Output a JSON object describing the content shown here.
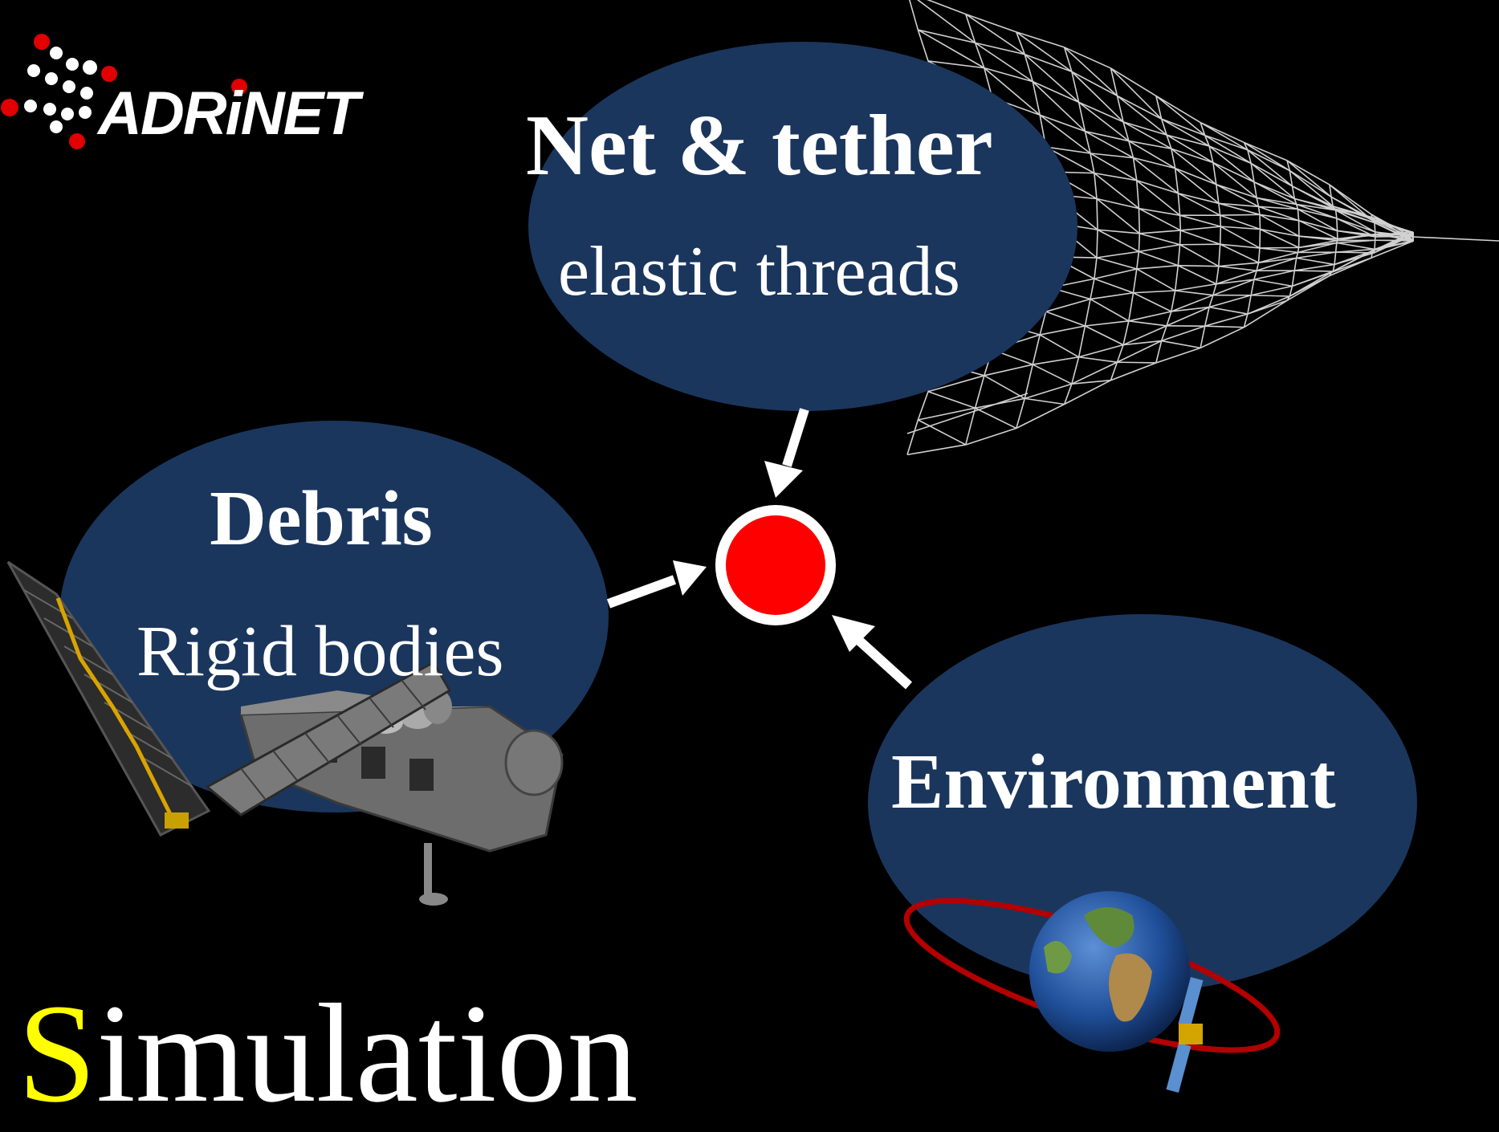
{
  "logo": {
    "text": "ADRiNET"
  },
  "nodes": {
    "net": {
      "title": "Net & tether",
      "subtitle": "elastic threads"
    },
    "debris": {
      "title": "Debris",
      "subtitle": "Rigid bodies"
    },
    "environment": {
      "title": "Environment"
    }
  },
  "footer": {
    "first_letter": "S",
    "rest": "imulation"
  },
  "colors": {
    "background": "#000000",
    "ellipse_fill": "#1b365d",
    "hub": "#ff0000",
    "accent_letter": "#ffff00",
    "logo_dot_red": "#e00000",
    "logo_dot_white": "#ffffff"
  },
  "icons": [
    "adrinet-logo",
    "net-mesh-image",
    "satellite-image",
    "earth-orbit-image",
    "hub-circle-icon"
  ]
}
